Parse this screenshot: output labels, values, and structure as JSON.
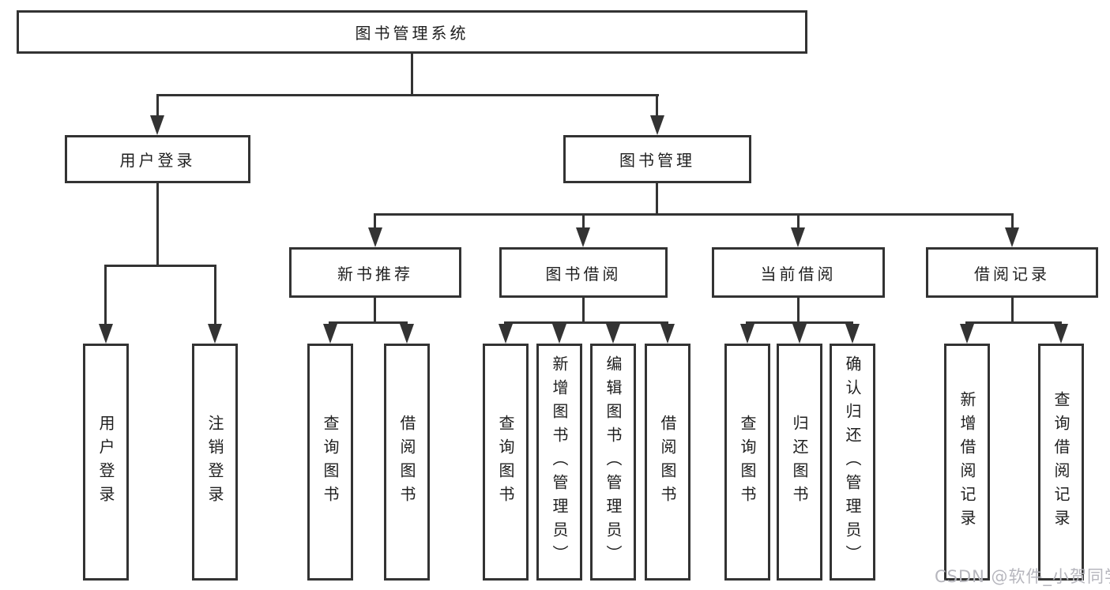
{
  "diagram_title": "图书管理系统",
  "tree": {
    "label": "图书管理系统",
    "children": [
      {
        "label": "用户登录",
        "children": [
          {
            "label": "用户登录"
          },
          {
            "label": "注销登录"
          }
        ]
      },
      {
        "label": "图书管理",
        "children": [
          {
            "label": "新书推荐",
            "children": [
              {
                "label": "查询图书"
              },
              {
                "label": "借阅图书"
              }
            ]
          },
          {
            "label": "图书借阅",
            "children": [
              {
                "label": "查询图书"
              },
              {
                "label": "新增图书（管理员）"
              },
              {
                "label": "编辑图书（管理员）"
              },
              {
                "label": "借阅图书"
              }
            ]
          },
          {
            "label": "当前借阅",
            "children": [
              {
                "label": "查询图书"
              },
              {
                "label": "归还图书"
              },
              {
                "label": "确认归还（管理员）"
              }
            ]
          },
          {
            "label": "借阅记录",
            "children": [
              {
                "label": "新增借阅记录"
              },
              {
                "label": "查询借阅记录"
              }
            ]
          }
        ]
      }
    ]
  },
  "watermark": "CSDN @软件_小贺同学",
  "colors": {
    "line": "#333333",
    "text": "#1f1f1f",
    "background": "#ffffff",
    "watermark": "#b6b6bd"
  }
}
